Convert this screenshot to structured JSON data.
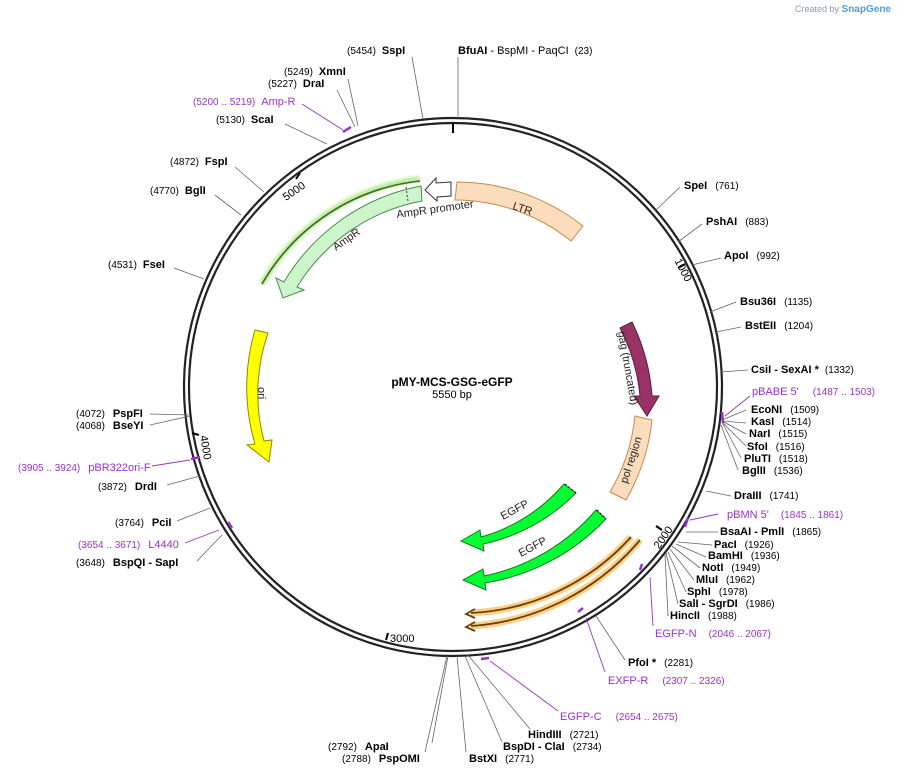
{
  "brand": {
    "prefix": "Created by",
    "name": "SnapGene"
  },
  "plasmid": {
    "name": "pMY-MCS-GSG-eGFP",
    "length_label": "5550 bp",
    "length": 5550
  },
  "ticks": [
    "1000",
    "2000",
    "3000",
    "4000",
    "5000"
  ],
  "enzymes_right": [
    {
      "name": "BfuAI",
      "extra": " - BspMI - PaqCI",
      "pos": "(23)"
    },
    {
      "name": "SpeI",
      "pos": "(761)"
    },
    {
      "name": "PshAI",
      "pos": "(883)"
    },
    {
      "name": "ApoI",
      "pos": "(992)"
    },
    {
      "name": "Bsu36I",
      "pos": "(1135)"
    },
    {
      "name": "BstEII",
      "pos": "(1204)"
    },
    {
      "name": "CsiI",
      "extra": " - SexAI *",
      "pos": "(1332)"
    },
    {
      "name": "EcoNI",
      "pos": "(1509)"
    },
    {
      "name": "KasI",
      "pos": "(1514)"
    },
    {
      "name": "NarI",
      "pos": "(1515)"
    },
    {
      "name": "SfoI",
      "pos": "(1516)"
    },
    {
      "name": "PluTI",
      "pos": "(1518)"
    },
    {
      "name": "BglII",
      "pos": "(1536)"
    },
    {
      "name": "DraIII",
      "pos": "(1741)"
    },
    {
      "name": "BsaAI",
      "extra": " - PmlI",
      "pos": "(1865)"
    },
    {
      "name": "PacI",
      "pos": "(1926)"
    },
    {
      "name": "BamHI",
      "pos": "(1936)"
    },
    {
      "name": "NotI",
      "pos": "(1949)"
    },
    {
      "name": "MluI",
      "pos": "(1962)"
    },
    {
      "name": "SphI",
      "pos": "(1978)"
    },
    {
      "name": "SalI",
      "extra": " - SgrDI",
      "pos": "(1986)"
    },
    {
      "name": "HincII",
      "pos": "(1988)"
    },
    {
      "name": "PfoI *",
      "pos": "(2281)"
    },
    {
      "name": "HindIII",
      "pos": "(2721)"
    },
    {
      "name": "BspDI",
      "extra": " - ClaI",
      "pos": "(2734)"
    },
    {
      "name": "BstXI",
      "pos": "(2771)"
    }
  ],
  "enzymes_left": [
    {
      "name": "SspI",
      "pos": "(5454)"
    },
    {
      "name": "XmnI",
      "pos": "(5249)"
    },
    {
      "name": "DraI",
      "pos": "(5227)"
    },
    {
      "name": "ScaI",
      "pos": "(5130)"
    },
    {
      "name": "FspI",
      "pos": "(4872)"
    },
    {
      "name": "BglI",
      "pos": "(4770)"
    },
    {
      "name": "FseI",
      "pos": "(4531)"
    },
    {
      "name": "PspFI",
      "pos": "(4072)"
    },
    {
      "name": "BseYI",
      "pos": "(4068)"
    },
    {
      "name": "DrdI",
      "pos": "(3872)"
    },
    {
      "name": "PciI",
      "pos": "(3764)"
    },
    {
      "name": "BspQI",
      "extra": " - SapI",
      "pos": "(3648)"
    },
    {
      "name": "ApaI",
      "pos": "(2792)"
    },
    {
      "name": "PspOMI",
      "pos": "(2788)"
    }
  ],
  "primers": [
    {
      "name": "pBABE 5'",
      "range": "(1487 .. 1503)"
    },
    {
      "name": "pBMN 5'",
      "range": "(1845 .. 1861)"
    },
    {
      "name": "EGFP-N",
      "range": "(2046 .. 2067)"
    },
    {
      "name": "EXFP-R",
      "range": "(2307 .. 2326)"
    },
    {
      "name": "EGFP-C",
      "range": "(2654 .. 2675)"
    },
    {
      "name": "Amp-R",
      "range": "(5200 .. 5219)"
    },
    {
      "name": "pBR322ori-F",
      "range": "(3905 .. 3924)"
    },
    {
      "name": "L4440",
      "range": "(3654 .. 3671)"
    }
  ],
  "features": {
    "ltr": "LTR",
    "amp_promoter": "AmpR promoter",
    "ampr": "AmpR",
    "ori": "ori",
    "gag": "gag (truncated)",
    "pol": "pol region",
    "egfp1": "EGFP",
    "egfp2": "EGFP"
  },
  "colors": {
    "ltr": "#fbdcbc",
    "ampr": "#ccf5cc",
    "ori": "#ffff00",
    "gag": "#993366",
    "pol": "#fbdcbc",
    "egfp": "#00ff33",
    "primer": "#9a32cd",
    "highlight": "#fbbf5a"
  }
}
